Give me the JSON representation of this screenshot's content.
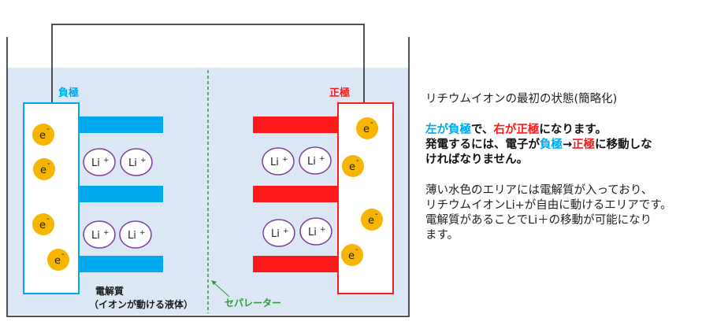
{
  "diagram": {
    "negative_label": "負極",
    "positive_label": "正極",
    "electron_label": "e",
    "electron_superscript": "-",
    "ion_label": "Li",
    "ion_superscript": "+",
    "electrolyte_label_line1": "電解質",
    "electrolyte_label_line2": "（イオンが動ける液体）",
    "separator_label": "セパレーター",
    "colors": {
      "negative": "#00a8ec",
      "positive": "#ff1a1a",
      "electron_fill": "#f7b500",
      "ion_border": "#7b3fa0",
      "electrolyte": "#dbe7f4",
      "separator": "#2e9a3a"
    }
  },
  "explanation": {
    "title": "リチウムイオンの最初の状態(簡略化)",
    "line2_neg_side": "左が",
    "line2_neg": "負極",
    "line2_mid": "で、",
    "line2_pos_side": "右が",
    "line2_pos": "正極",
    "line2_end": "になります。",
    "line3_a": "発電するには、電子が",
    "line3_neg": "負極",
    "line3_arrow": "→",
    "line3_pos": "正極",
    "line3_b": "に移動しな",
    "line4": "ければなりません。",
    "para2_line1": "薄い水色のエリアには電解質が入っており、",
    "para2_line2": "リチウムイオンLi+が自由に動けるエリアです。",
    "para2_line3": "電解質があることでLi＋の移動が可能になり",
    "para2_line4": "ます。"
  }
}
